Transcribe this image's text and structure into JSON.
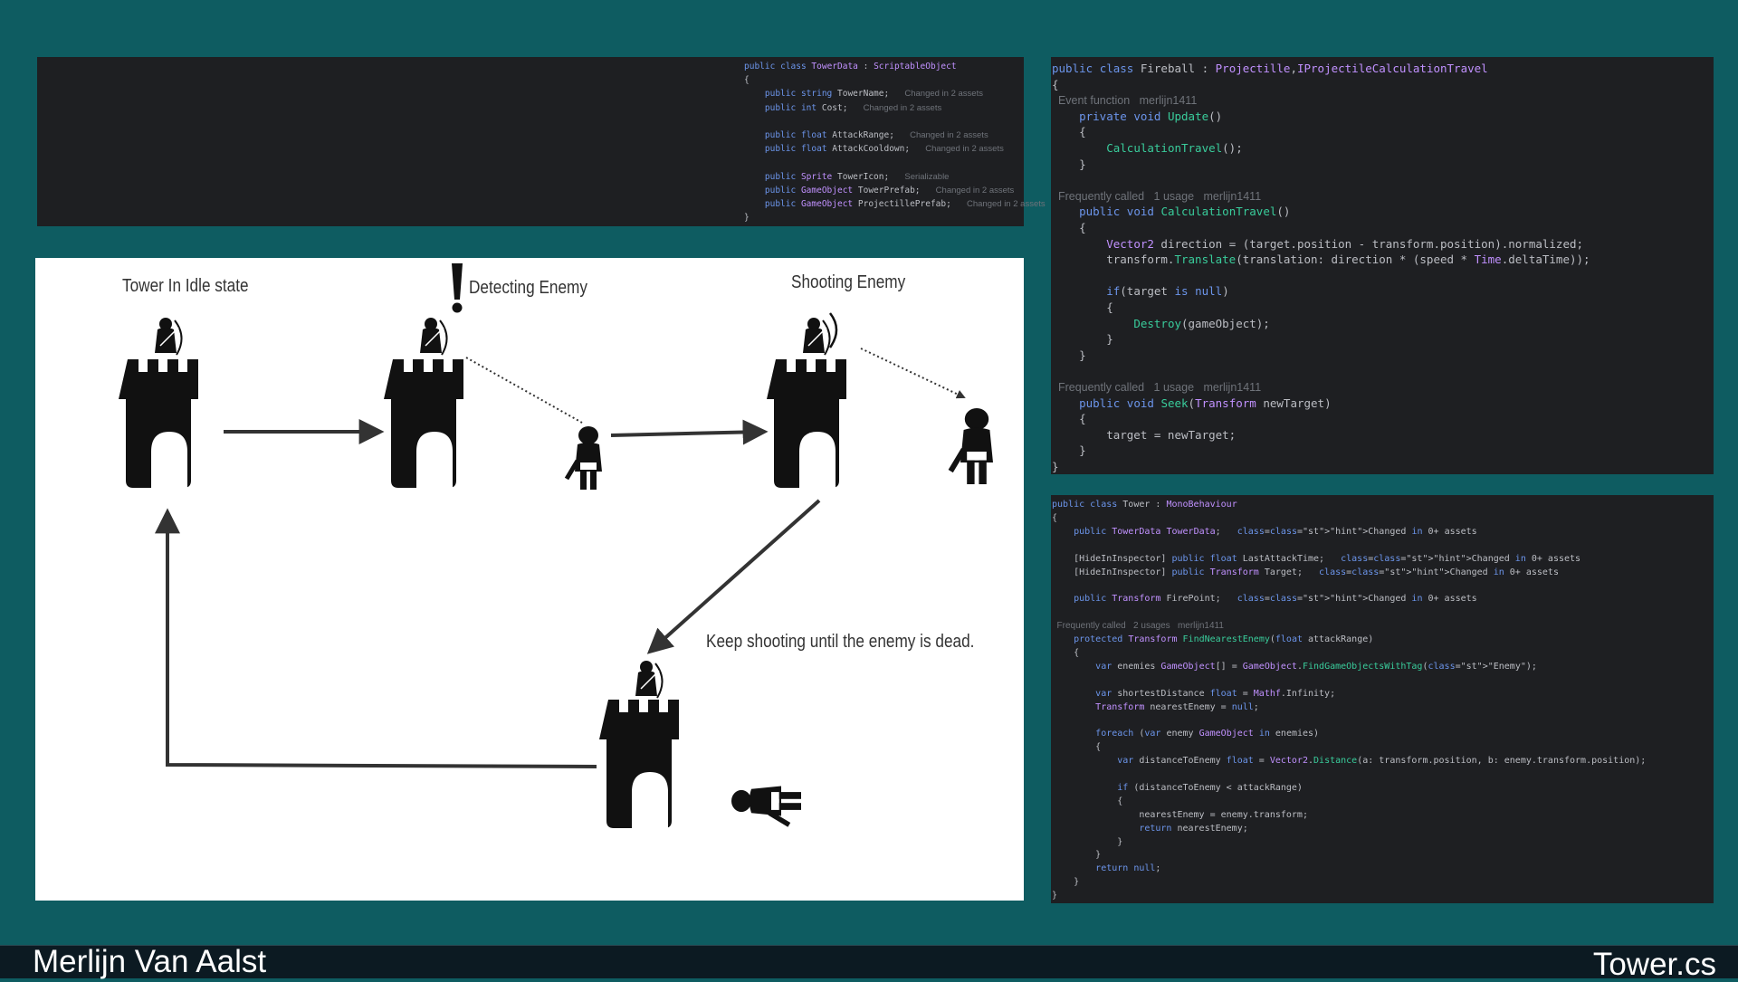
{
  "footer": {
    "author": "Merlijn Van Aalst",
    "file": "Tower.cs"
  },
  "diagram": {
    "label_idle": "Tower In Idle state",
    "label_detecting": "Detecting Enemy",
    "label_exclaim": "!",
    "label_shooting": "Shooting Enemy",
    "label_keep": "Keep shooting until the enemy is dead."
  },
  "code_scriptable": [
    "public class TowerData : ScriptableObject",
    "{",
    "    public string TowerName;",
    "    public int Cost;",
    "",
    "    public float AttackRange;",
    "    public float AttackCooldown;",
    "",
    "    public Sprite TowerIcon;",
    "    public GameObject TowerPrefab;",
    "    public GameObject ProjectillePrefab;",
    "}"
  ],
  "code_scriptable_hints": [
    "",
    "",
    "Changed in 2 assets",
    "Changed in 2 assets",
    "",
    "Changed in 2 assets",
    "Changed in 2 assets",
    "",
    "Serializable",
    "Changed in 2 assets",
    "Changed in 2 assets",
    ""
  ],
  "code_fireball": [
    "public class Fireball : Projectille,IProjectileCalculationTravel",
    "{",
    "  Event function   merlijn1411",
    "    private void Update()",
    "    {",
    "        CalculationTravel();",
    "    }",
    "",
    "  Frequently called   1 usage   merlijn1411",
    "    public void CalculationTravel()",
    "    {",
    "        Vector2 direction = (target.position - transform.position).normalized;",
    "        transform.Translate(translation: direction * (speed * Time.deltaTime));",
    "",
    "        if(target is null)",
    "        {",
    "            Destroy(gameObject);",
    "        }",
    "    }",
    "",
    "  Frequently called   1 usage   merlijn1411",
    "    public void Seek(Transform newTarget)",
    "    {",
    "        target = newTarget;",
    "    }",
    "}"
  ],
  "code_tower": [
    "public class Tower : MonoBehaviour",
    "{",
    "    public TowerData TowerData;   Changed in 0+ assets",
    "",
    "    [HideInInspector] public float LastAttackTime;   Changed in 0+ assets",
    "    [HideInInspector] public Transform Target;   Changed in 0+ assets",
    "",
    "    public Transform FirePoint;   Changed in 0+ assets",
    "",
    "  Frequently called   2 usages   merlijn1411",
    "    protected Transform FindNearestEnemy(float attackRange)",
    "    {",
    "        var enemies GameObject[] = GameObject.FindGameObjectsWithTag(\"Enemy\");",
    "",
    "        var shortestDistance float = Mathf.Infinity;",
    "        Transform nearestEnemy = null;",
    "",
    "        foreach (var enemy GameObject in enemies)",
    "        {",
    "            var distanceToEnemy float = Vector2.Distance(a: transform.position, b: enemy.transform.position);",
    "",
    "            if (distanceToEnemy < attackRange)",
    "            {",
    "                nearestEnemy = enemy.transform;",
    "                return nearestEnemy;",
    "            }",
    "        }",
    "        return null;",
    "    }",
    "}"
  ],
  "colors": {
    "background": "#0e5c61",
    "editor": "#1e1f22",
    "keyword": "#6c95eb",
    "type": "#c191ff",
    "method": "#39cc9b",
    "string": "#c9a26d",
    "hint": "#6f737a",
    "footer": "#0c1a22"
  }
}
